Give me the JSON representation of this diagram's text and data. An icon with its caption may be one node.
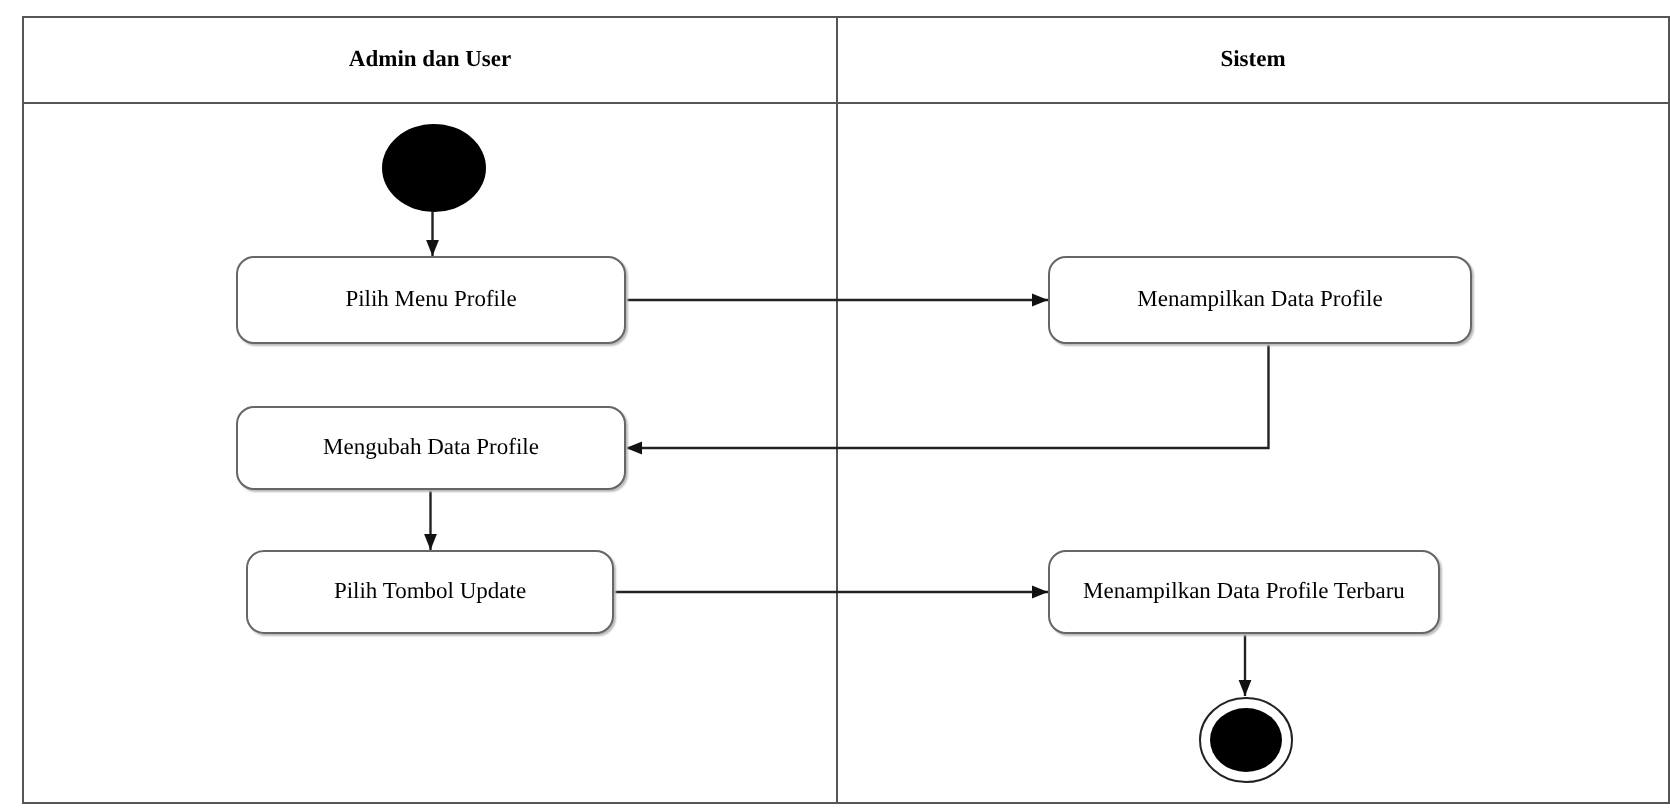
{
  "diagram": {
    "nodes": [
      {
        "text": [
          "Admin dan User"
        ]
      },
      {
        "text": [
          "Sistem"
        ]
      },
      {
        "text": [],
        "shape": "circle",
        "in": 0
      },
      {
        "text": [
          "Pilih Menu Profile"
        ],
        "in": 0
      },
      {
        "text": [
          "Menampilkan Data Profile"
        ],
        "in": 1
      },
      {
        "text": [
          "Mengubah Data Profile"
        ],
        "in": 0
      },
      {
        "text": [
          "Pilih Tombol Update"
        ],
        "in": 0
      },
      {
        "text": [
          "Menampilkan Data Profile Terbaru"
        ],
        "in": 1
      },
      {
        "text": [],
        "shape": "circle",
        "in": 1
      }
    ],
    "edges": [
      {
        "from": 2,
        "to": 3,
        "arrow": "to"
      },
      {
        "from": 3,
        "to": 4,
        "arrow": "to"
      },
      {
        "from": 4,
        "to": 5,
        "arrow": "to"
      },
      {
        "from": 5,
        "to": 6,
        "arrow": "to"
      },
      {
        "from": 6,
        "to": 7,
        "arrow": "to"
      },
      {
        "from": 7,
        "to": 8,
        "arrow": "to"
      }
    ]
  }
}
